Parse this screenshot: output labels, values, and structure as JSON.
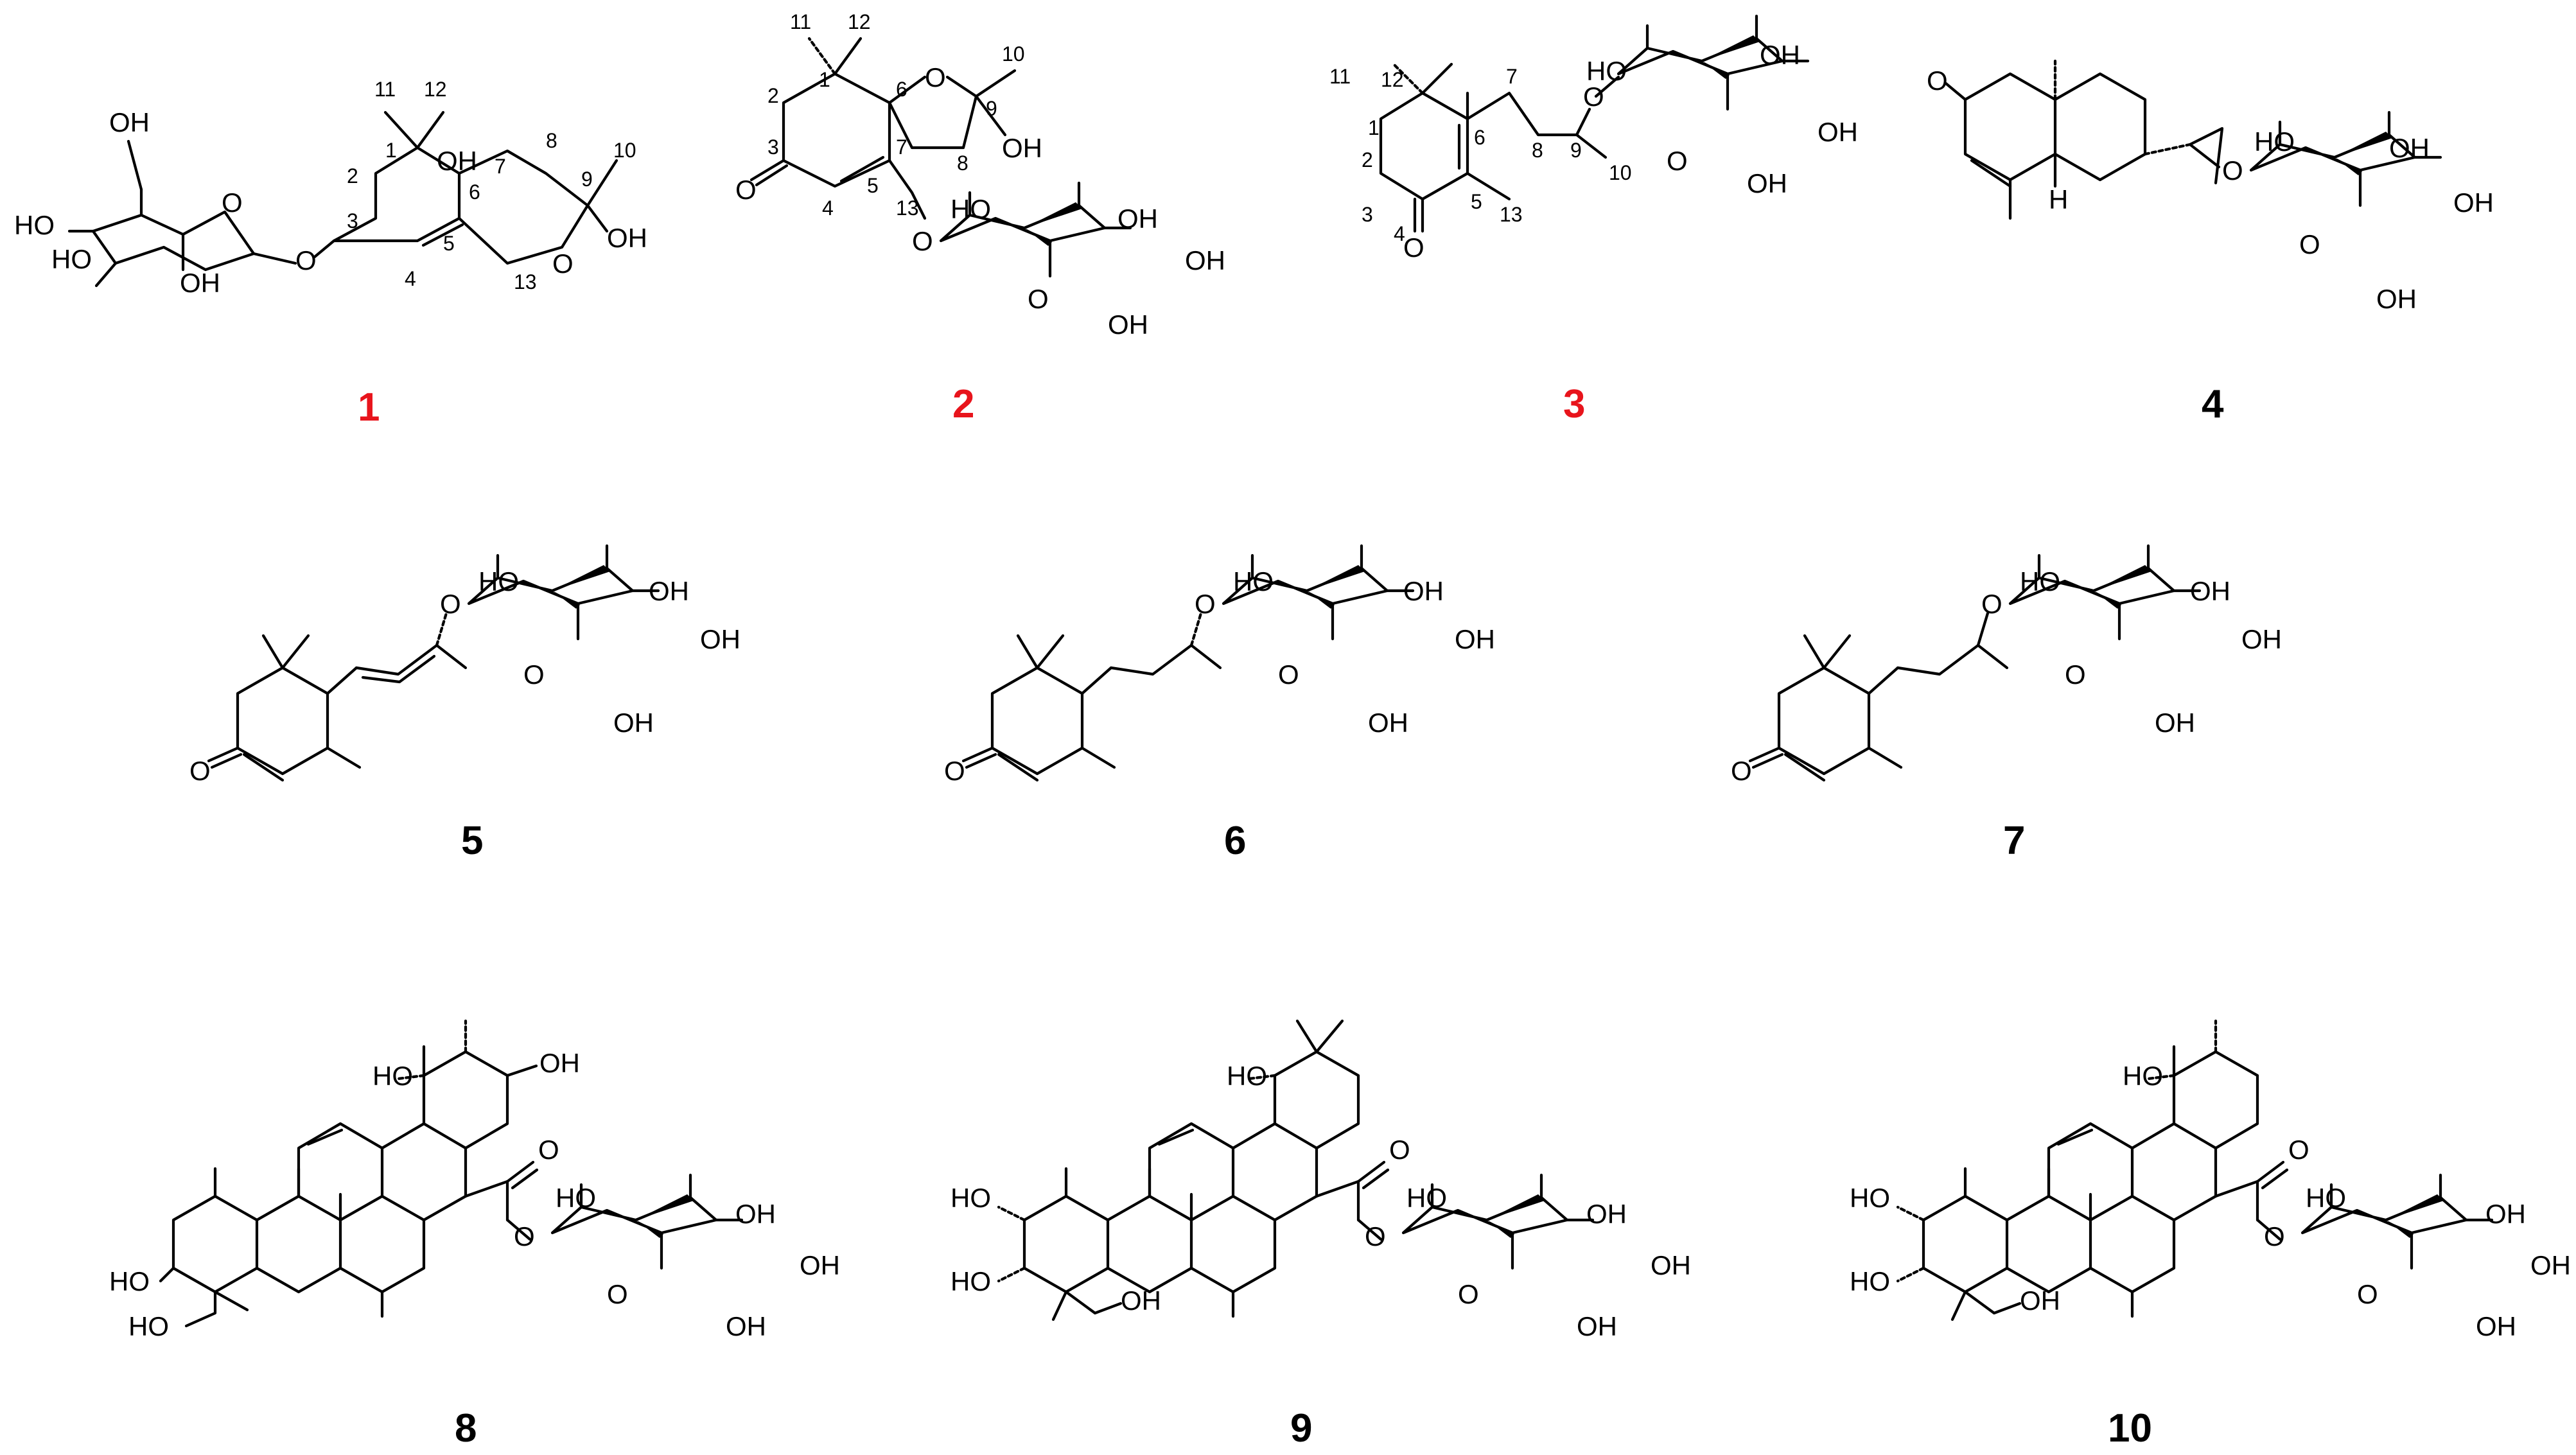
{
  "compounds": [
    {
      "id": "1",
      "color": "#e8141c"
    },
    {
      "id": "2",
      "color": "#e8141c"
    },
    {
      "id": "3",
      "color": "#e8141c"
    },
    {
      "id": "4",
      "color": "#000000"
    },
    {
      "id": "5",
      "color": "#000000"
    },
    {
      "id": "6",
      "color": "#000000"
    },
    {
      "id": "7",
      "color": "#000000"
    },
    {
      "id": "8",
      "color": "#000000"
    },
    {
      "id": "9",
      "color": "#000000"
    },
    {
      "id": "10",
      "color": "#000000"
    }
  ],
  "atoms": {
    "oh": "OH",
    "ho": "HO",
    "o": "O",
    "h": "H"
  },
  "numbering": {
    "n1": "1",
    "n2": "2",
    "n3": "3",
    "n4": "4",
    "n5": "5",
    "n6": "6",
    "n7": "7",
    "n8": "8",
    "n9": "9",
    "n10": "10",
    "n11": "11",
    "n12": "12",
    "n13": "13"
  }
}
